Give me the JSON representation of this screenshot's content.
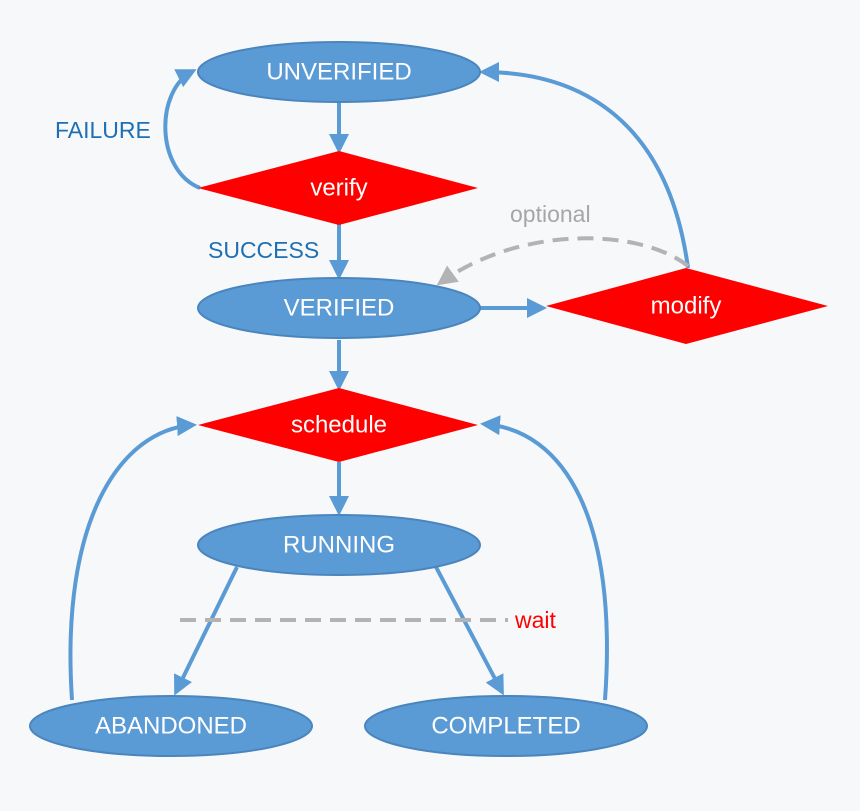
{
  "colors": {
    "background": "#f7f8fa",
    "state_fill": "#5b9bd5",
    "state_stroke": "#4a85bd",
    "decision_fill": "#ff0000",
    "arrow": "#5b9bd5",
    "dashed_arrow": "#b3b3b3",
    "label_blue": "#1f6fb4",
    "label_gray": "#a6a6a6",
    "label_red": "#ff0000",
    "node_text": "#ffffff"
  },
  "states": {
    "unverified": "UNVERIFIED",
    "verified": "VERIFIED",
    "running": "RUNNING",
    "abandoned": "ABANDONED",
    "completed": "COMPLETED"
  },
  "decisions": {
    "verify": "verify",
    "modify": "modify",
    "schedule": "schedule"
  },
  "labels": {
    "failure": "FAILURE",
    "success": "SUCCESS",
    "optional": "optional",
    "wait": "wait"
  }
}
